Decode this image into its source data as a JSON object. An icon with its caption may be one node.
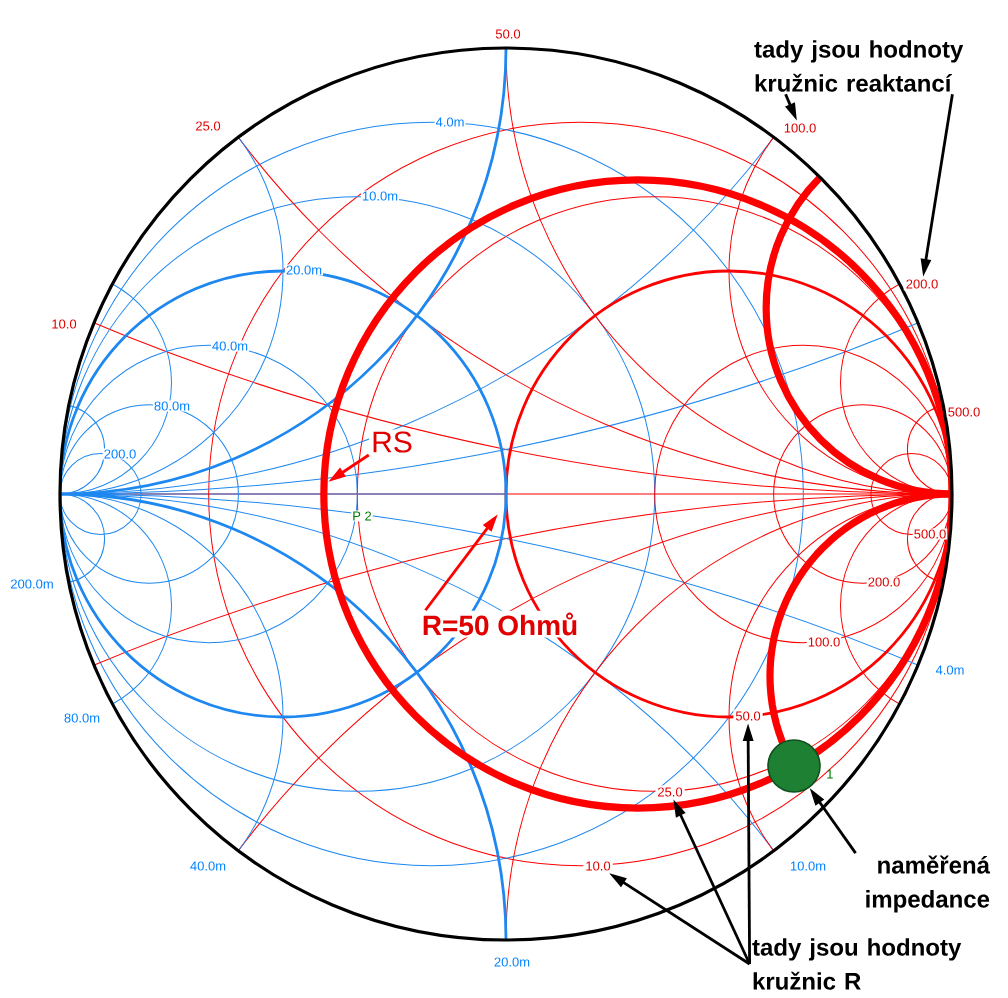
{
  "diagram": {
    "nodes": [
      {
        "text": [
          "tady jsou hodnoty kružnic reaktancí"
        ]
      },
      {
        "text": [
          "100.0"
        ]
      },
      {
        "text": [
          "200.0"
        ]
      },
      {
        "text": [
          "RS"
        ]
      },
      {
        "text": [
          "R=50 Ohmů"
        ]
      },
      {
        "text": [
          "50.0"
        ]
      },
      {
        "text": [],
        "shape": "circle",
        "beside": [
          "1"
        ]
      },
      {
        "text": [
          "25.0"
        ]
      },
      {
        "text": [
          "10.0"
        ]
      },
      {
        "text": [
          "naměřená impedance"
        ]
      },
      {
        "text": [
          "tady jsou hodnoty kružnic R"
        ]
      }
    ],
    "edges": [
      {
        "from": 0,
        "to": 1,
        "arrow": "to"
      },
      {
        "from": 0,
        "to": 2,
        "arrow": "to"
      },
      {
        "from": 3,
        "to": null,
        "arrow": "to",
        "color": "#ff0000"
      },
      {
        "from": 4,
        "to": null,
        "arrow": "to",
        "color": "#ff0000"
      },
      {
        "from": 9,
        "to": 6,
        "arrow": "to"
      },
      {
        "from": 10,
        "to": 8,
        "arrow": "to"
      },
      {
        "from": 10,
        "to": 7,
        "arrow": "to"
      },
      {
        "from": 10,
        "to": 5,
        "arrow": "to"
      }
    ],
    "labels": [
      "50.0",
      "25.0",
      "4.0m",
      "10.0m",
      "20.0m",
      "10.0",
      "40.0m",
      "80.0m",
      "500.0",
      "200.0",
      "P 2",
      "500.0",
      "200.0m",
      "200.0",
      "100.0",
      "4.0m",
      "80.0m",
      "40.0m",
      "10.0m",
      "20.0m"
    ]
  }
}
